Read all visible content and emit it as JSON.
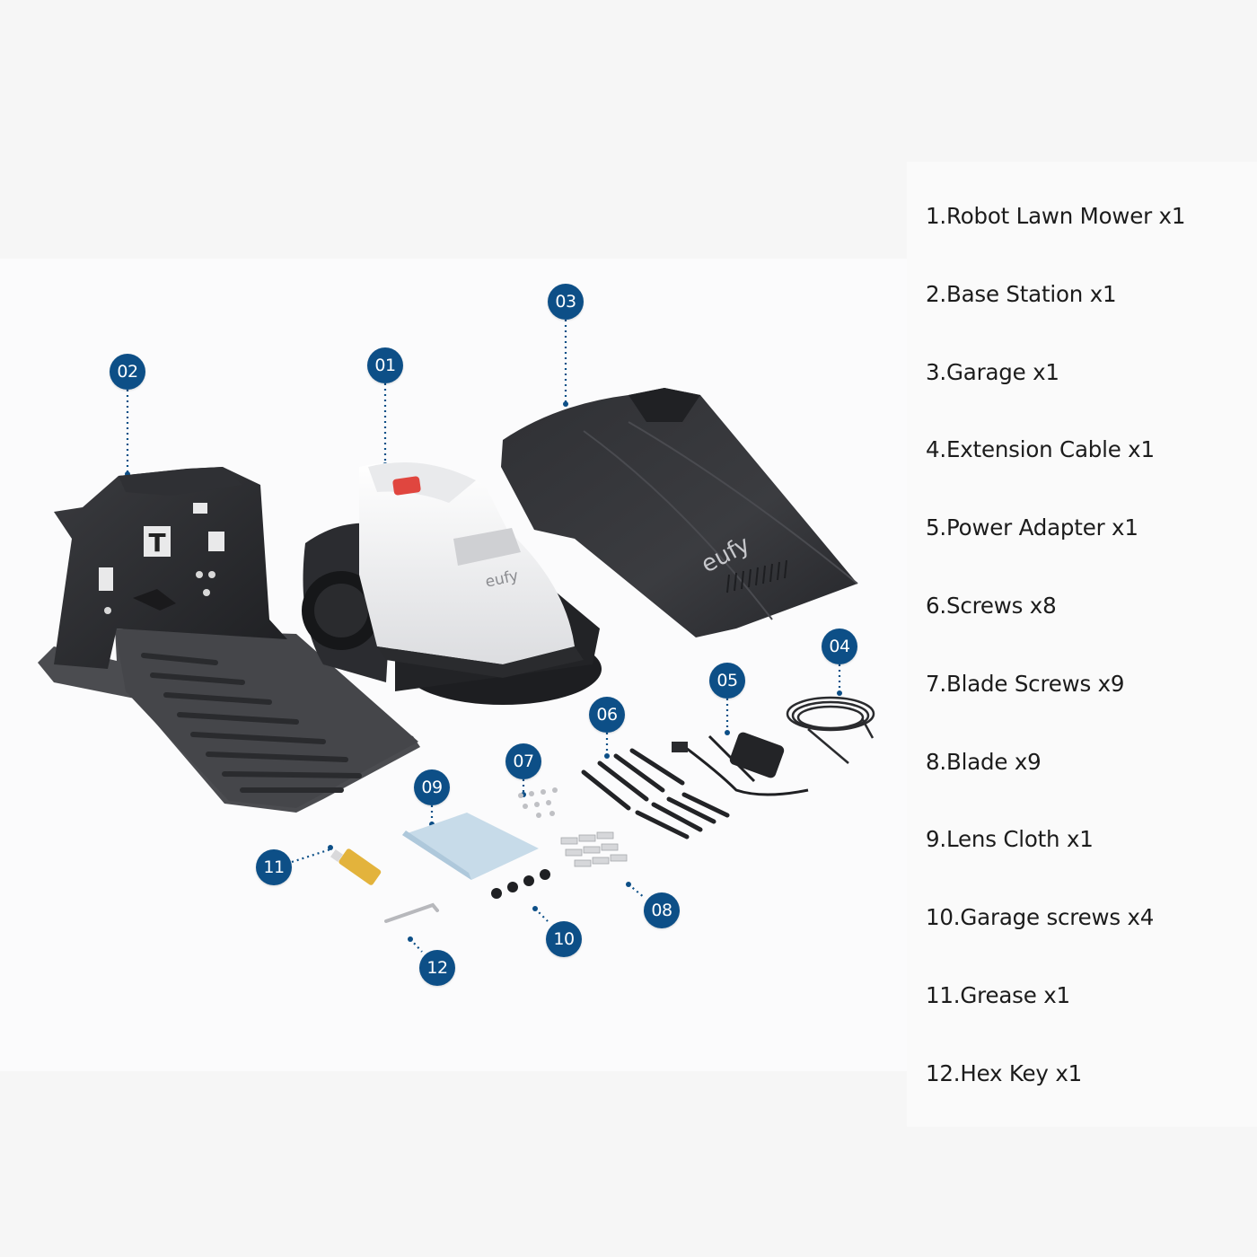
{
  "callouts": [
    "01",
    "02",
    "03",
    "04",
    "05",
    "06",
    "07",
    "08",
    "09",
    "10",
    "11",
    "12"
  ],
  "brand": "eufy",
  "parts": [
    "1.Robot Lawn Mower x1",
    "2.Base Station x1",
    "3.Garage x1",
    "4.Extension Cable x1",
    "5.Power Adapter x1",
    "6.Screws x8",
    "7.Blade Screws x9",
    "8.Blade x9",
    "9.Lens Cloth x1",
    "10.Garage screws x4",
    "11.Grease x1",
    "12.Hex Key x1"
  ],
  "colors": {
    "callout": "#0d4f87",
    "product_dark": "#2b2c2f",
    "product_white": "#f0f0f2",
    "button_red": "#e0463f"
  }
}
